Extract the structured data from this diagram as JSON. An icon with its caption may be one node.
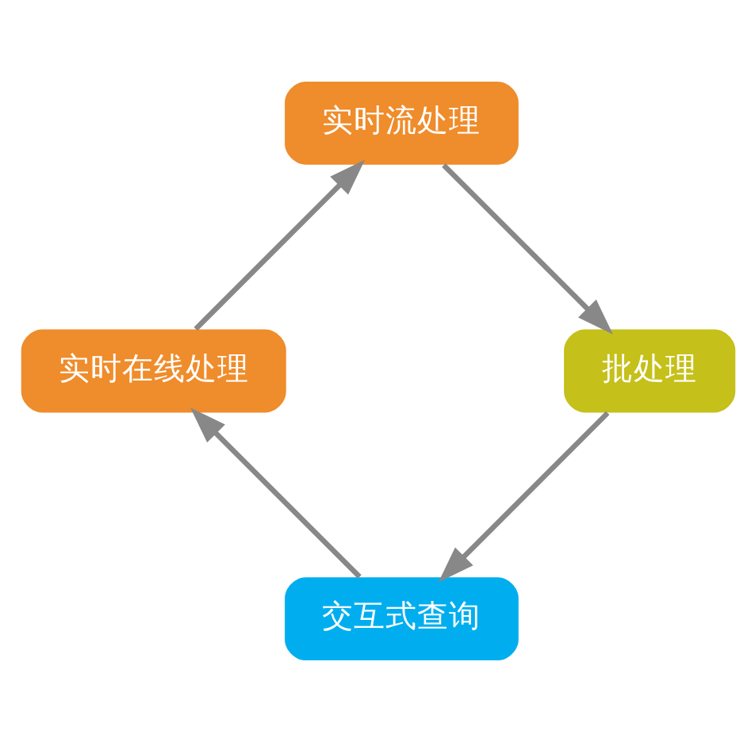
{
  "diagram": {
    "nodes": [
      {
        "text": [
          "交互式查询"
        ]
      },
      {
        "text": [
          "批处理"
        ]
      },
      {
        "text": [
          "实时在线处理"
        ]
      },
      {
        "text": [
          "实时流处理"
        ]
      }
    ],
    "edges": [
      {
        "from": 1,
        "to": 0,
        "arrow": "to"
      },
      {
        "from": 0,
        "to": 2,
        "arrow": "to"
      },
      {
        "from": 2,
        "to": 3,
        "arrow": "to"
      },
      {
        "from": 3,
        "to": 1,
        "arrow": "to"
      }
    ]
  }
}
